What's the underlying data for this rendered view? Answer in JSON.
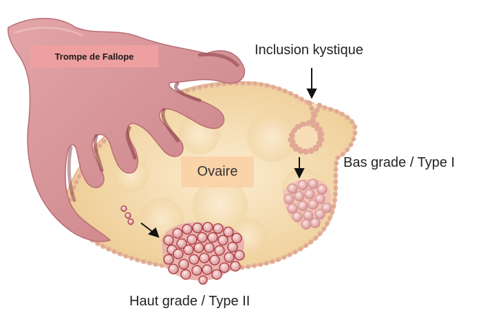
{
  "labels": {
    "fallope": "Trompe de Fallope",
    "ovaire": "Ovaire",
    "inclusion": "Inclusion kystique",
    "bas_grade": "Bas grade / Type I",
    "haut_grade": "Haut grade / Type II"
  },
  "colors": {
    "tube": "#d89a9d",
    "tube_dark": "#b0606a",
    "ovary": "#f3dcab",
    "epithelium": "#e9b9a2",
    "cell_dark": "#a8343b"
  }
}
